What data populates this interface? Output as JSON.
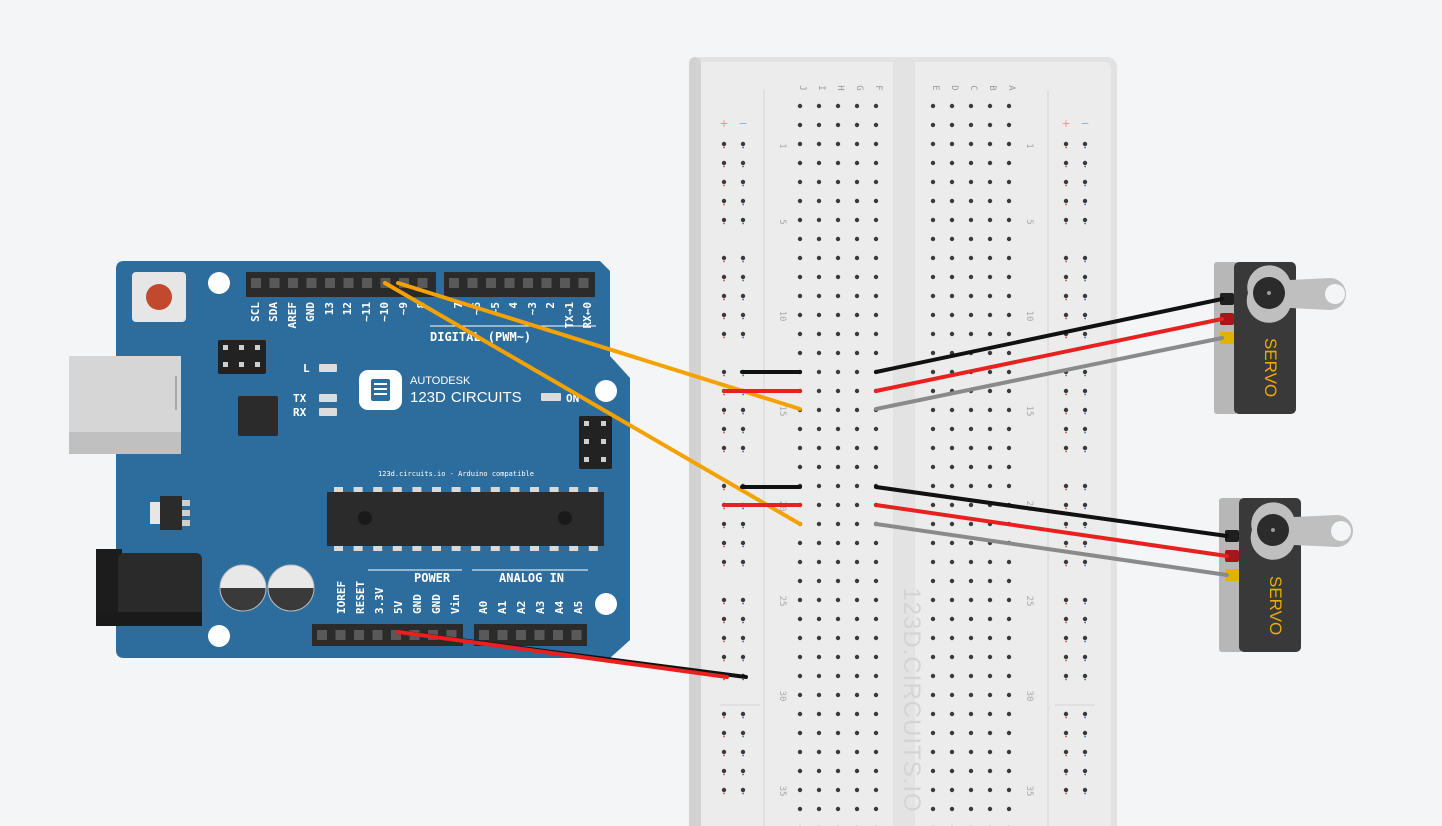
{
  "colors": {
    "board": "#2d6d9e",
    "board_dark": "#245a84",
    "header": "#2b2b2b",
    "breadboard": "#e4e4e4",
    "breadboard_center": "#e9e9e9",
    "hole": "#3a3a3a",
    "wire_orange": "#f5a200",
    "wire_red": "#e8201f",
    "wire_black": "#111111",
    "wire_gray": "#8a8a8a",
    "servo_body": "#3a3a3a",
    "servo_label": "#f0a900",
    "reset_button": "#c0492e"
  },
  "arduino": {
    "digital_pins": [
      "SCL",
      "SDA",
      "AREF",
      "GND",
      "13",
      "12",
      "~11",
      "~10",
      "~9",
      "8",
      "7",
      "~6",
      "~5",
      "4",
      "~3",
      "2",
      "TX→1",
      "RX←0"
    ],
    "digital_label": "DIGITAL (PWM~)",
    "power_pins": [
      "IOREF",
      "RESET",
      "3.3V",
      "5V",
      "GND",
      "GND",
      "Vin"
    ],
    "power_label": "POWER",
    "analog_pins": [
      "A0",
      "A1",
      "A2",
      "A3",
      "A4",
      "A5"
    ],
    "analog_label": "ANALOG IN",
    "led_l": "L",
    "led_tx": "TX",
    "led_rx": "RX",
    "led_on": "ON",
    "brand_line1": "AUTODESK",
    "brand_line2": "123D",
    "brand_line2b": "CIRCUITS",
    "footer_text": "123d.circuits.io - Arduino compatible"
  },
  "breadboard": {
    "column_letters_left": [
      "J",
      "I",
      "H",
      "G",
      "F"
    ],
    "column_letters_right": [
      "E",
      "D",
      "C",
      "B",
      "A"
    ],
    "row_numbers": [
      "1",
      "5",
      "10",
      "15",
      "20",
      "25",
      "30",
      "35"
    ],
    "rail_plus": "+",
    "rail_minus": "−",
    "watermark": "123D.CIRCUITS.IO"
  },
  "servos": [
    {
      "label": "SERVO"
    },
    {
      "label": "SERVO"
    }
  ]
}
